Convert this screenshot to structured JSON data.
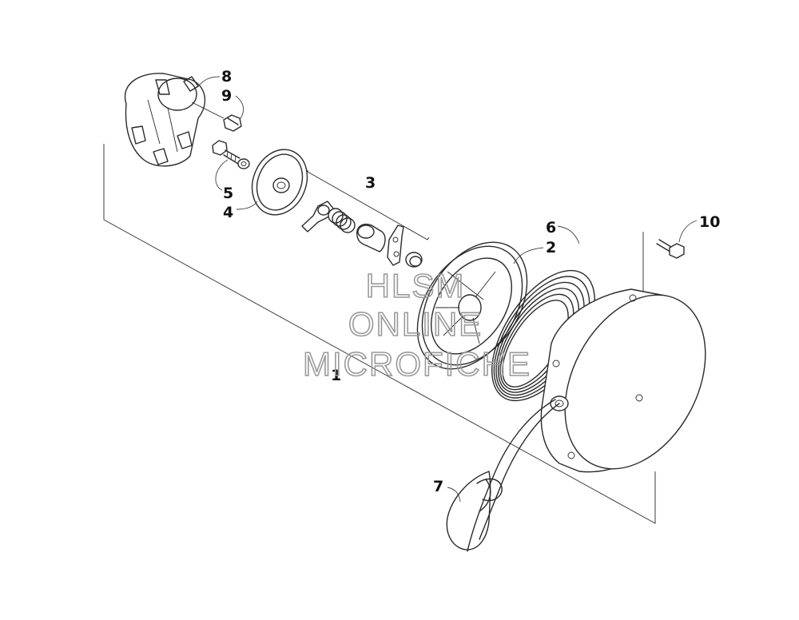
{
  "callouts": [
    {
      "id": "1",
      "label": "1"
    },
    {
      "id": "2",
      "label": "2"
    },
    {
      "id": "3",
      "label": "3"
    },
    {
      "id": "4",
      "label": "4"
    },
    {
      "id": "5",
      "label": "5"
    },
    {
      "id": "6",
      "label": "6"
    },
    {
      "id": "7",
      "label": "7"
    },
    {
      "id": "8",
      "label": "8"
    },
    {
      "id": "9",
      "label": "9"
    },
    {
      "id": "10",
      "label": "10"
    }
  ],
  "watermark": {
    "line1": "HLSM",
    "line2": "ONLINE",
    "line3": "MICROFICHE"
  }
}
